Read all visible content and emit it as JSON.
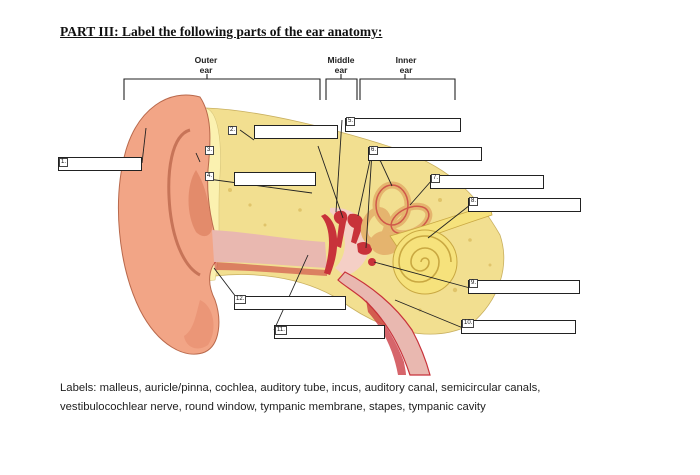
{
  "title": "PART III: Label the following parts of the ear anatomy:",
  "regions": {
    "outer": [
      "Outer",
      "ear"
    ],
    "middle": [
      "Middle",
      "ear"
    ],
    "inner": [
      "Inner",
      "ear"
    ]
  },
  "markers": [
    "1.",
    "2.",
    "3.",
    "4.",
    "5.",
    "6.",
    "7.",
    "8.",
    "9.",
    "10.",
    "11.",
    "12."
  ],
  "labels_text": "Labels: malleus, auricle/pinna, cochlea, auditory tube, incus, auditory canal, semicircular canals, vestibulocochlear nerve, round window, tympanic membrane, stapes, tympanic cavity",
  "colors": {
    "skin": "#f2a586",
    "skin_dark": "#d97a5a",
    "bone": "#f2df90",
    "cartilage": "#fbf1b0",
    "tissue_red": "#c8323a",
    "canal_pink": "#e9b8b0",
    "cochlea": "#f6e27c"
  }
}
